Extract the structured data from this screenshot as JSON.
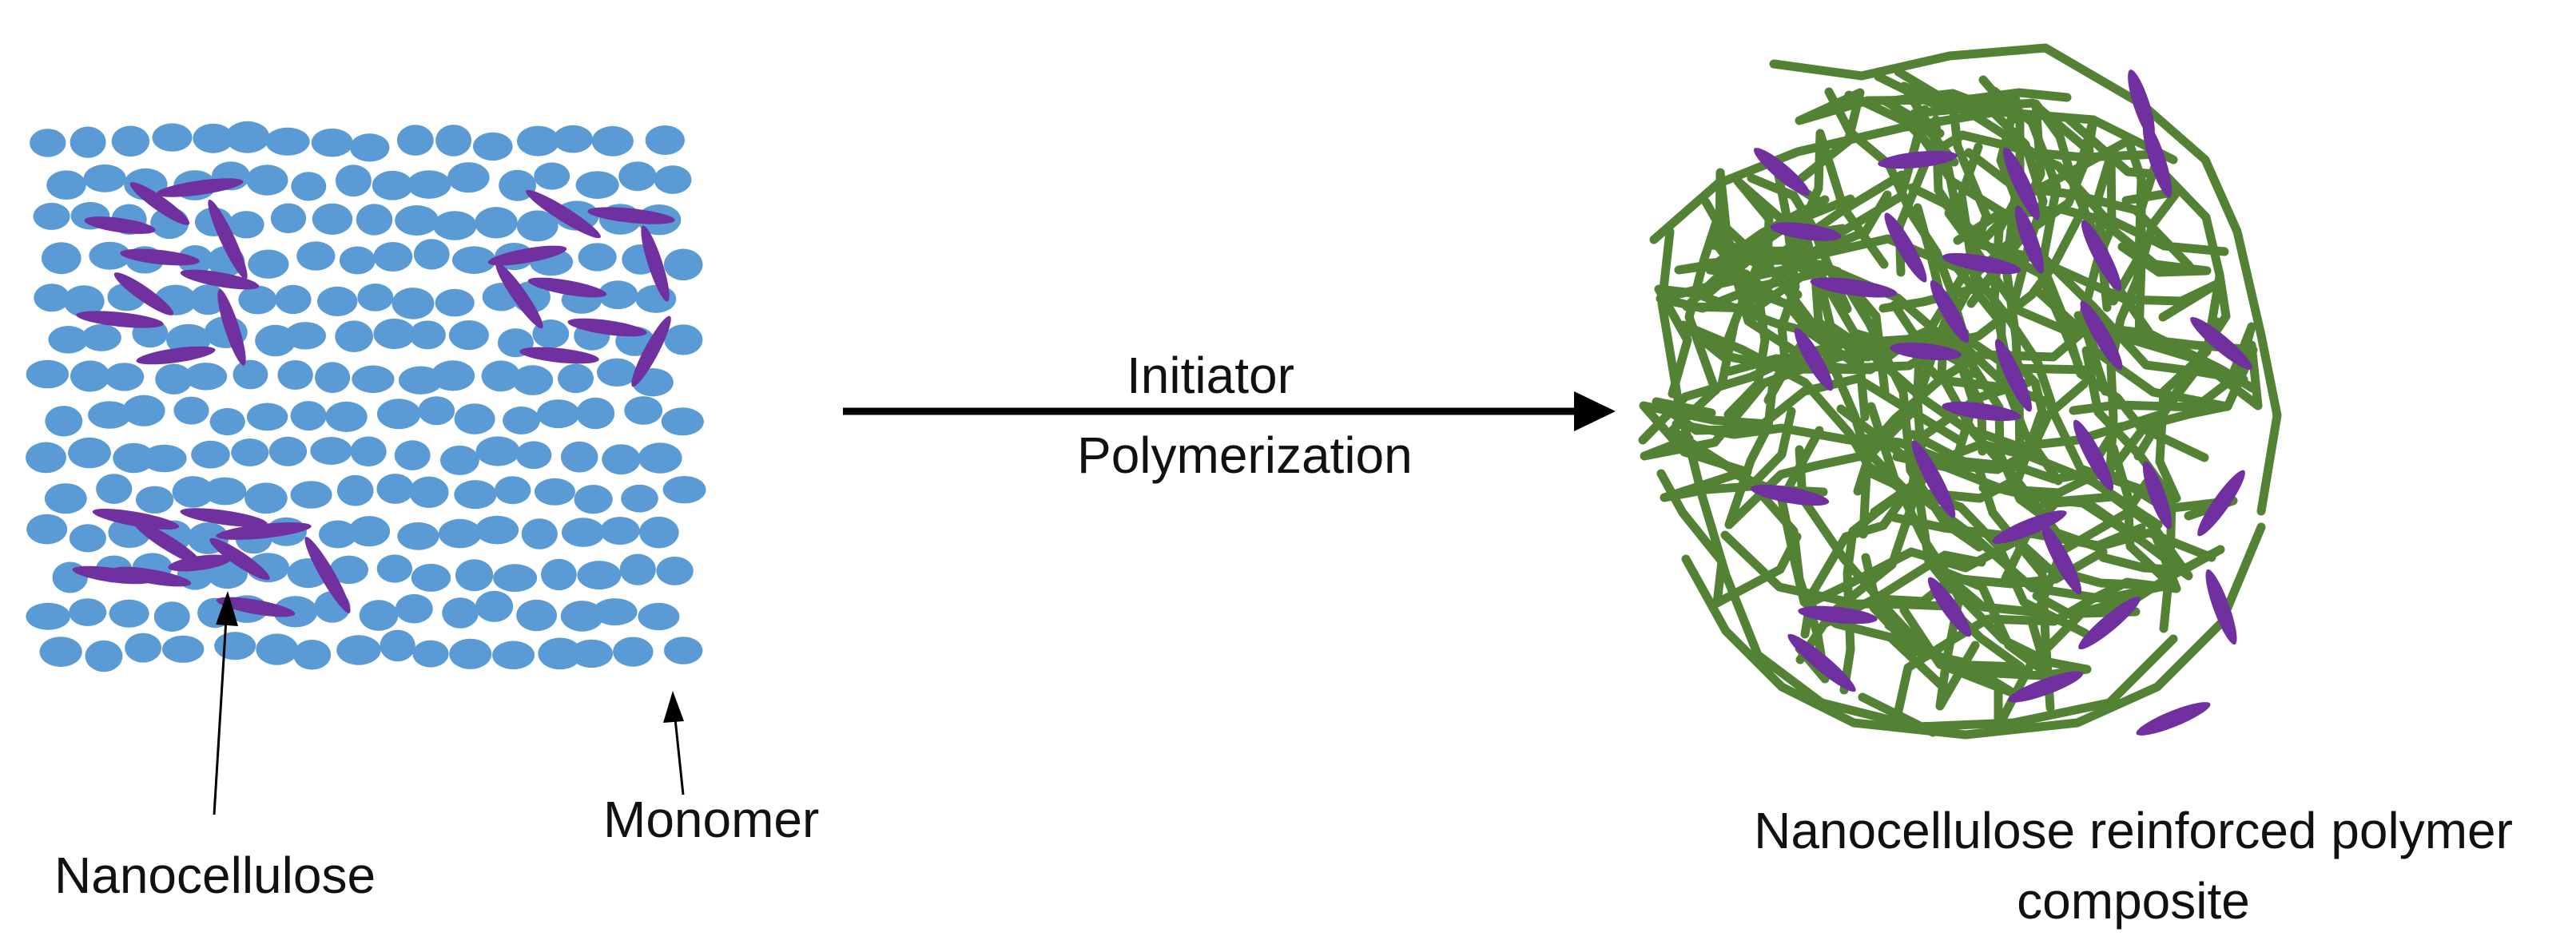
{
  "labels": {
    "initiator": "Initiator",
    "polymerization": "Polymerization",
    "monomer": "Monomer",
    "nanocellulose": "Nanocellulose",
    "product_line1": "Nanocellulose reinforced polymer",
    "product_line2": "composite"
  },
  "colors": {
    "monomer": "#5B9BD5",
    "nanocellulose": "#7030A0",
    "polymer": "#548235",
    "arrow": "#000000"
  }
}
